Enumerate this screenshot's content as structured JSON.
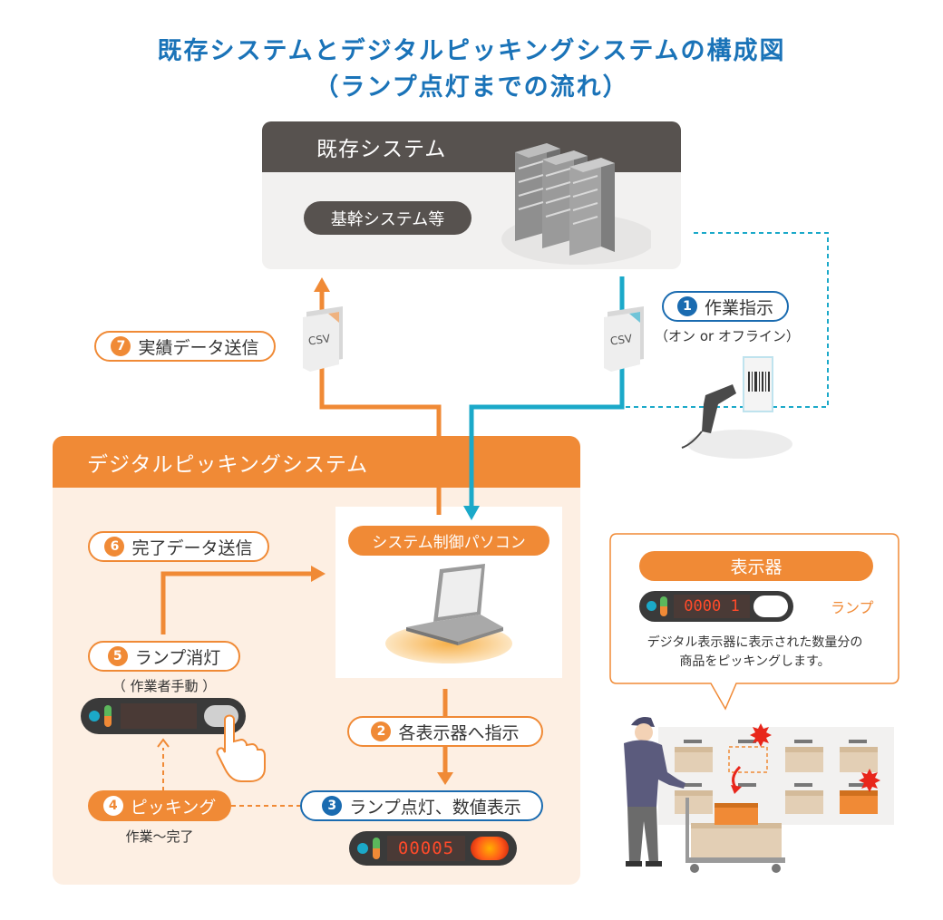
{
  "title": {
    "line1": "既存システムとデジタルピッキングシステムの構成図",
    "line2": "（ランプ点灯までの流れ）"
  },
  "existing_system": {
    "header": "既存システム",
    "badge": "基幹システム等"
  },
  "dps": {
    "header": "デジタルピッキングシステム",
    "control_pc": "システム制御パソコン"
  },
  "steps": [
    {
      "num": "1",
      "label": "作業指示",
      "sub": "（オン or オフライン）"
    },
    {
      "num": "2",
      "label": "各表示器へ指示"
    },
    {
      "num": "3",
      "label": "ランプ点灯、数値表示"
    },
    {
      "num": "4",
      "label": "ピッキング",
      "sub": "作業〜完了"
    },
    {
      "num": "5",
      "label": "ランプ消灯",
      "sub": "（ 作業者手動 ）"
    },
    {
      "num": "6",
      "label": "完了データ送信"
    },
    {
      "num": "7",
      "label": "実績データ送信"
    }
  ],
  "csv_label": "CSV",
  "display_box": {
    "title": "表示器",
    "digits": "0000 1",
    "lamp_label": "ランプ",
    "caption1": "デジタル表示器に表示された数量分の",
    "caption2": "商品をピッキングします。"
  },
  "lit_display_digits": "00005",
  "colors": {
    "blue_title": "#1a73b8",
    "orange": "#f08a36",
    "cyan": "#1ba9c9",
    "dark_header": "#57524f",
    "dps_bg": "#fdefe3"
  }
}
